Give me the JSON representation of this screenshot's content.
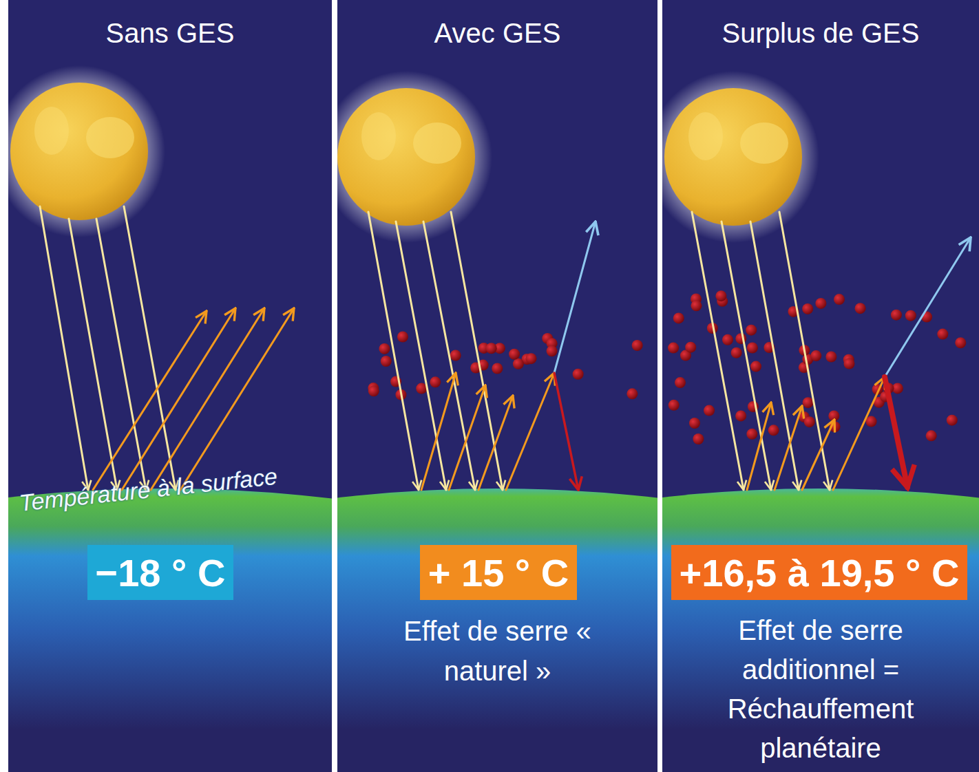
{
  "diagram": {
    "nodes": [
      {
        "text": [
          "Sans GES"
        ]
      },
      {
        "text": [
          "−18 ° C"
        ],
        "in": 0
      },
      {
        "text": [
          "Avec GES",
          "Effet de serre « naturel »"
        ]
      },
      {
        "text": [
          "+ 15 ° C"
        ],
        "in": 2
      },
      {
        "text": [
          "Surplus de GES",
          "Effet de serre additionnel = Réchauffement planétaire"
        ]
      },
      {
        "text": [
          "+16,5 à 19,5 ° C"
        ],
        "in": 4
      }
    ],
    "labels": [
      "Température à la surface"
    ]
  }
}
